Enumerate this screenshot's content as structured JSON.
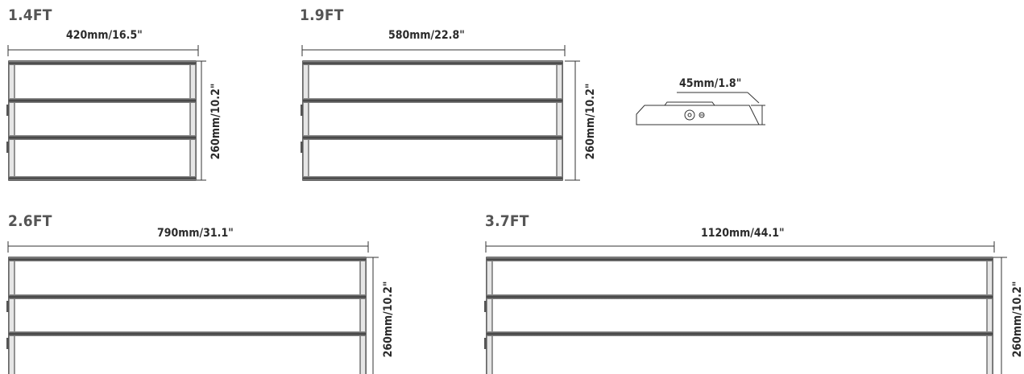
{
  "fixtures": [
    {
      "title": "1.4FT",
      "width_label": "420mm/16.5\"",
      "height_label": "260mm/10.2\""
    },
    {
      "title": "1.9FT",
      "width_label": "580mm/22.8\"",
      "height_label": "260mm/10.2\""
    },
    {
      "title": "2.6FT",
      "width_label": "790mm/31.1\"",
      "height_label": "260mm/10.2\""
    },
    {
      "title": "3.7FT",
      "width_label": "1120mm/44.1\"",
      "height_label": "260mm/10.2\""
    }
  ],
  "side_view": {
    "depth_label": "45mm/1.8\""
  }
}
